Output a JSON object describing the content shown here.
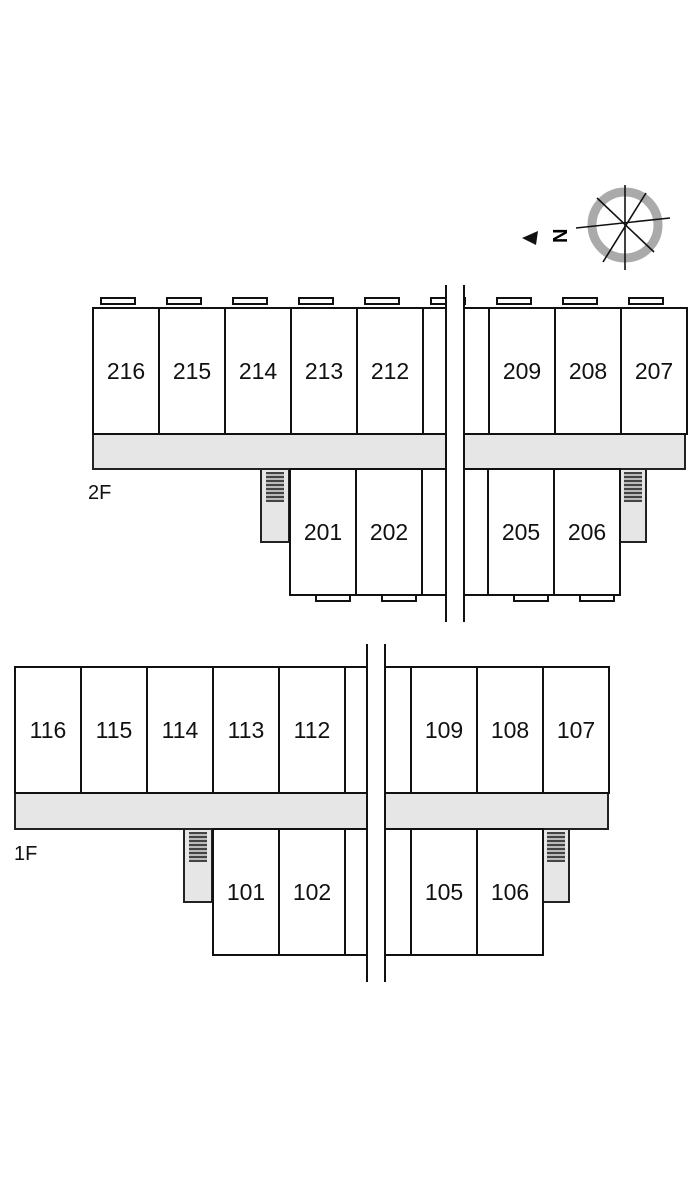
{
  "compass": {
    "label": "N"
  },
  "floors": [
    {
      "label": "2F",
      "top_units": [
        "216",
        "215",
        "214",
        "213",
        "212",
        "",
        "209",
        "208",
        "207"
      ],
      "bottom_units": [
        "201",
        "202",
        "",
        "205",
        "206"
      ]
    },
    {
      "label": "1F",
      "top_units": [
        "116",
        "115",
        "114",
        "113",
        "112",
        "",
        "109",
        "108",
        "107"
      ],
      "bottom_units": [
        "101",
        "102",
        "",
        "105",
        "106"
      ]
    }
  ]
}
